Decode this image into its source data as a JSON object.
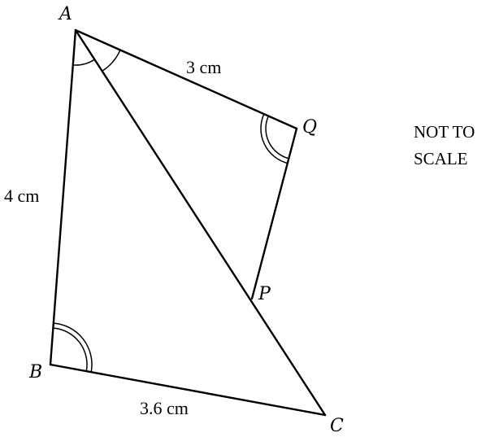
{
  "vertices": {
    "A": "A",
    "B": "B",
    "C": "C",
    "P": "P",
    "Q": "Q"
  },
  "measurements": {
    "AQ": "3 cm",
    "AB": "4 cm",
    "BC": "3.6 cm"
  },
  "note": {
    "line1": "NOT TO",
    "line2": "SCALE"
  }
}
